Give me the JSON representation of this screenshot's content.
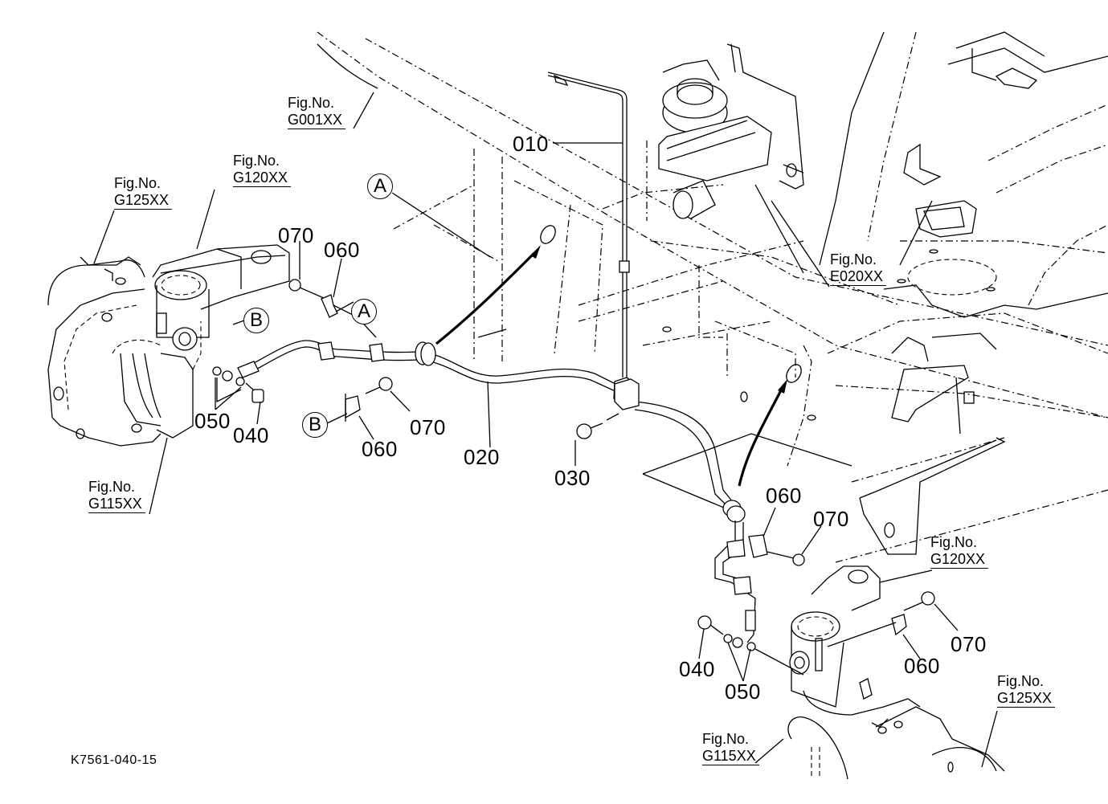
{
  "diagram": {
    "document_id": "K7561-040-15",
    "part_callouts": [
      {
        "id": "p010",
        "number": "010"
      },
      {
        "id": "p020",
        "number": "020"
      },
      {
        "id": "p030",
        "number": "030"
      },
      {
        "id": "p040_left",
        "number": "040"
      },
      {
        "id": "p040_right",
        "number": "040"
      },
      {
        "id": "p050_left",
        "number": "050"
      },
      {
        "id": "p050_right",
        "number": "050"
      },
      {
        "id": "p060_upper_left",
        "number": "060"
      },
      {
        "id": "p060_lower_left",
        "number": "060"
      },
      {
        "id": "p060_right_upper",
        "number": "060"
      },
      {
        "id": "p060_right_lower",
        "number": "060"
      },
      {
        "id": "p070_upper_left",
        "number": "070"
      },
      {
        "id": "p070_lower_left",
        "number": "070"
      },
      {
        "id": "p070_right_upper",
        "number": "070"
      },
      {
        "id": "p070_right_lower",
        "number": "070"
      }
    ],
    "figure_references": [
      {
        "id": "g001",
        "label": "Fig.No.",
        "code": "G001XX"
      },
      {
        "id": "g120_left",
        "label": "Fig.No.",
        "code": "G120XX"
      },
      {
        "id": "g125_left",
        "label": "Fig.No.",
        "code": "G125XX"
      },
      {
        "id": "g115_left",
        "label": "Fig.No.",
        "code": "G115XX"
      },
      {
        "id": "e020",
        "label": "Fig.No.",
        "code": "E020XX"
      },
      {
        "id": "g120_right",
        "label": "Fig.No.",
        "code": "G120XX"
      },
      {
        "id": "g125_right",
        "label": "Fig.No.",
        "code": "G125XX"
      },
      {
        "id": "g115_right",
        "label": "Fig.No.",
        "code": "G115XX"
      }
    ],
    "detail_markers": [
      {
        "id": "a_top",
        "letter": "A"
      },
      {
        "id": "a_clip",
        "letter": "A"
      },
      {
        "id": "b_knuckle",
        "letter": "B"
      },
      {
        "id": "b_clip",
        "letter": "B"
      }
    ]
  }
}
